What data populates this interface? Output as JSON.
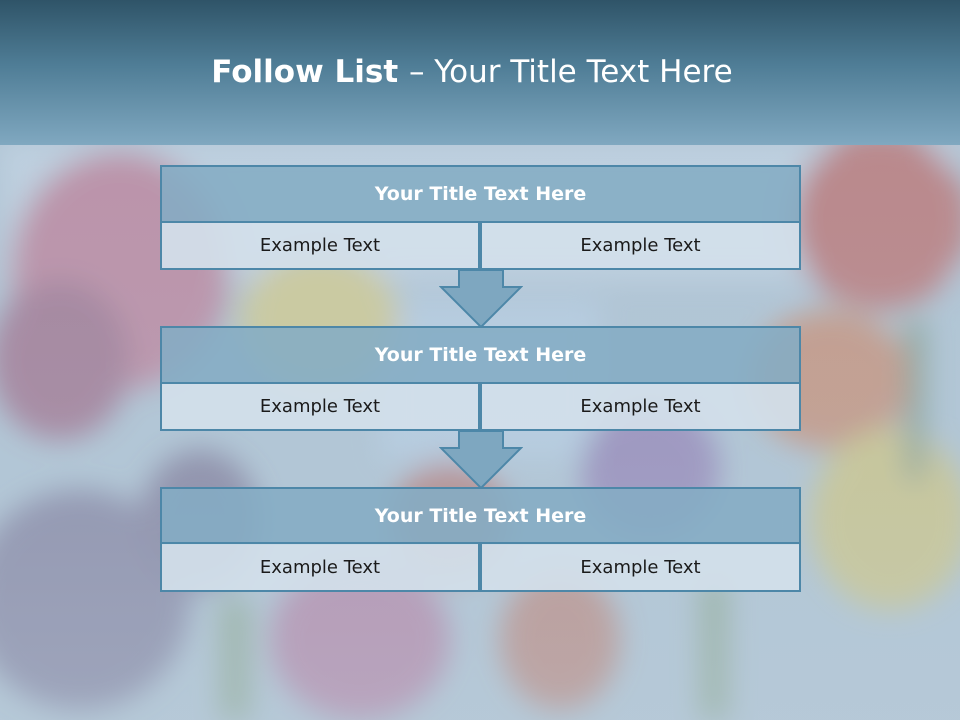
{
  "header": {
    "title_bold": "Follow List ",
    "title_rest": " – Your Title Text Here"
  },
  "blocks": [
    {
      "title": "Your Title Text Here",
      "left": "Example Text",
      "right": "Example Text"
    },
    {
      "title": "Your Title Text Here",
      "left": "Example Text",
      "right": "Example Text"
    },
    {
      "title": "Your Title Text Here",
      "left": "Example Text",
      "right": "Example Text"
    }
  ],
  "colors": {
    "header_dark": "#2f5468",
    "header_light": "#80a8c0",
    "block_title_fill": "#84acc4",
    "cell_fill": "#d2e0ea",
    "border": "#4d87a8",
    "arrow_fill": "#7ea7c0"
  }
}
